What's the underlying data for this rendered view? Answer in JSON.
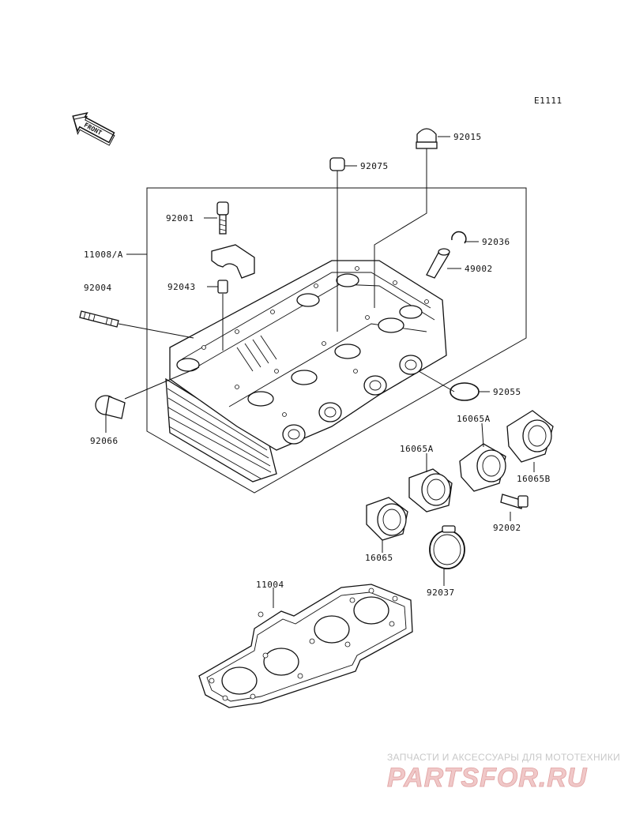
{
  "diagram_code": "E1111",
  "front_label": "FRONT",
  "part_labels": {
    "p92015": "92015",
    "p92075": "92075",
    "p92001": "92001",
    "p92036": "92036",
    "p11008A": "11008/A",
    "p49002": "49002",
    "p92043": "92043",
    "p92004": "92004",
    "p92055": "92055",
    "p92066": "92066",
    "p16065A_right": "16065A",
    "p16065A_mid": "16065A",
    "p16065B": "16065B",
    "p92002": "92002",
    "p16065": "16065",
    "p92037": "92037",
    "p11004": "11004"
  },
  "watermark": {
    "caption": "ЗАПЧАСТИ И АКСЕССУАРЫ ДЛЯ МОТОТЕХНИКИ",
    "brand": "PARTSFOR.RU"
  },
  "colors": {
    "ink": "#111111",
    "watermark_text": "#f0c8c8"
  }
}
